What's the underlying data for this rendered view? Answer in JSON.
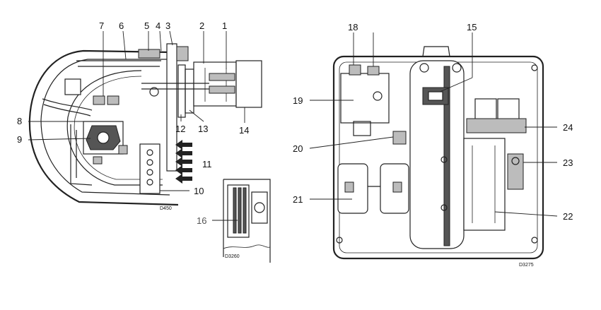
{
  "left_figure": {
    "ref_code": "D450",
    "callouts": [
      "1",
      "2",
      "3",
      "4",
      "5",
      "6",
      "7",
      "8",
      "9",
      "10",
      "11",
      "12",
      "13",
      "14"
    ]
  },
  "inset_figure": {
    "ref_code": "D3260",
    "callouts": [
      "16"
    ]
  },
  "right_figure": {
    "ref_code": "D3275",
    "callouts": [
      "15",
      "18",
      "19",
      "20",
      "21",
      "22",
      "23",
      "24"
    ]
  }
}
